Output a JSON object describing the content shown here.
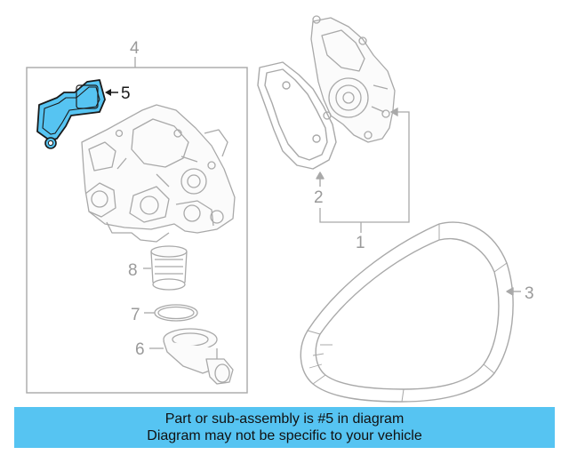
{
  "diagram": {
    "callouts": {
      "c1": "1",
      "c2": "2",
      "c3": "3",
      "c4": "4",
      "c5": "5",
      "c6": "6",
      "c7": "7",
      "c8": "8"
    },
    "highlighted_part": "5",
    "colors": {
      "highlight_fill": "#56c4f2",
      "line_gray": "#9a9a9a",
      "highlight_label": "#1a1a1a"
    }
  },
  "banner": {
    "line1": "Part or sub-assembly is #5 in diagram",
    "line2": "Diagram may not be specific to your vehicle",
    "background": "#56c4f2"
  }
}
